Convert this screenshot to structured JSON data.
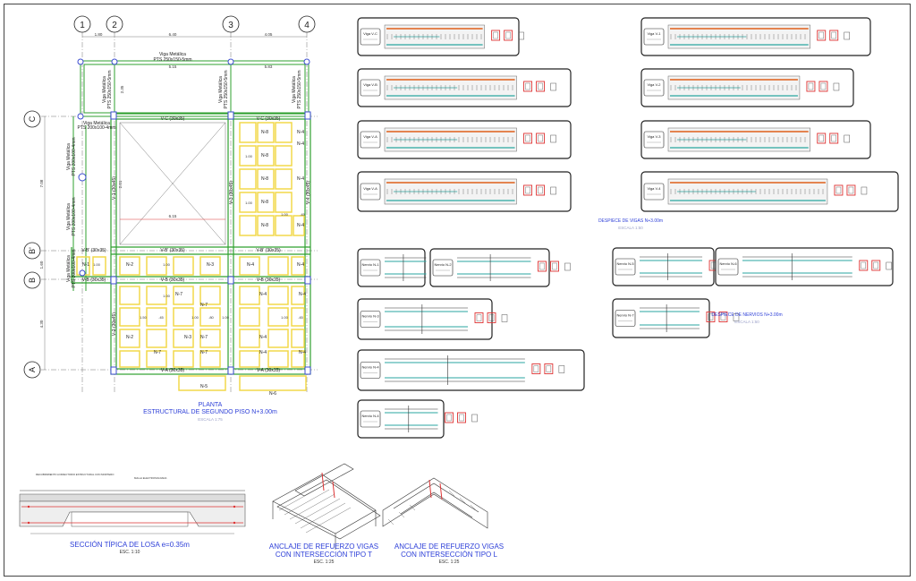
{
  "plan": {
    "axes_top": [
      "1",
      "2",
      "3",
      "4"
    ],
    "axes_left": [
      "C",
      "B'",
      "B",
      "A"
    ],
    "dims_top": [
      "1.80",
      "6.40",
      "4.05"
    ],
    "dims_inner": [
      "5.15",
      "5.83"
    ],
    "dim_left_1": "7.08",
    "dim_left_2": "1.60",
    "dim_left_3": "4.30",
    "dim_center": "6.15",
    "dim_v1": "2.35",
    "dim_v2": "2.01",
    "viga_metalica_top": "Viga Metálica",
    "viga_metalica_top_spec": "PTS 250x150-5mm",
    "viga_metalica_left": "Viga Metálica",
    "viga_metalica_left_spec": "PTS 200x100-4mm",
    "viga_metalica_left2": "Viga Metálica",
    "viga_metalica_left2_spec": "PTS 200x100-4mm",
    "viga_metalica_left3": "Viga Metálica",
    "viga_metalica_left3_spec": "PTS 200x100-4mm",
    "viga_metalica_left4": "Viga Metálica",
    "viga_metalica_left4_spec": "PTS 200x100-4mm",
    "viga_metalica_v1": "Viga Metálica",
    "viga_metalica_v1_spec": "PTS 250x150-5mm",
    "viga_metalica_v3": "Viga Metálica",
    "viga_metalica_v3_spec": "PTS 250x150-5mm",
    "viga_metalica_v4": "Viga Metálica",
    "viga_metalica_v4_spec": "PTS 250x150-5mm",
    "beam_vc1": "V-C (30x35)",
    "beam_vc2": "V-C (30x35)",
    "beam_vbp1": "V-B' (30x35)",
    "beam_vbp2": "V-B' (30x35)",
    "beam_vbp3": "V-B' (30x35)",
    "beam_vb1": "V-B (30x35)",
    "beam_vb2": "V-B (30x35)",
    "beam_vb3": "V-B (30x35)",
    "beam_va1": "V-A (30x35)",
    "beam_va2": "V-A (30x35)",
    "beam_v1": "V-1 (30x45)",
    "beam_v2": "V-2 (30x45)",
    "beam_v3": "V-3 (30x45)",
    "beam_v4": "V-4 (30x45)",
    "ribs": [
      "N-8",
      "N-4",
      "N-8",
      "N-8",
      "N-4",
      "N-8",
      "N-4",
      "N-8",
      "N-4",
      "N-1",
      "N-2",
      "N-3",
      "N-4",
      "N-4",
      "N-7",
      "N-7",
      "N-4",
      "N-4",
      "N-2",
      "N-3",
      "N-7",
      "N-4",
      "N-7",
      "N-7",
      "N-4",
      "N-4",
      "N-5",
      "N-6"
    ],
    "rib_dims": [
      "1.00",
      "1.00",
      "1.00",
      "1.00",
      "1.00",
      ".45",
      "1.00",
      "1.00",
      "1.50",
      ".45",
      "1.00",
      ".80",
      "1.00",
      ".45"
    ],
    "title": "PLANTA",
    "subtitle": "ESTRUCTURAL DE SEGUNDO PISO N+3.00m",
    "scale": "ESCALA 1:75"
  },
  "beams_section": {
    "title": "DESPIECE DE VIGAS N+3.00m",
    "scale": "ESCALA 1:50",
    "left_labels": [
      "Viga V-C",
      "Viga V-B",
      "Viga V-A",
      "Viga V-A"
    ],
    "right_labels": [
      "Viga V-1",
      "Viga V-2",
      "Viga V-3",
      "Viga V-4"
    ]
  },
  "ribs_section": {
    "title": "DESPIECE DE NERVIOS N+3.00m",
    "scale": "ESCALA 1:50",
    "labels": [
      "Nervio N-1",
      "Nervio N-2",
      "Nervio N-3",
      "Nervio N-4",
      "Nervio N-5",
      "Nervio N-6",
      "Nervio N-7"
    ]
  },
  "details": {
    "slab_title": "SECCIÓN TÍPICA DE LOSA e=0.35m",
    "slab_scale": "ESC. 1:10",
    "slab_note_1": "RECUBRIMIENTO A DIRECTORIO ESTRUCTURAL CON MORTERO",
    "slab_note_2": "MALLA ELECTROSOLDADA",
    "anchor_t_title": "ANCLAJE DE REFUERZO VIGAS CON INTERSECCIÓN TIPO T",
    "anchor_t_scale": "ESC. 1:25",
    "anchor_l_title": "ANCLAJE DE REFUERZO VIGAS CON INTERSECCIÓN TIPO L",
    "anchor_l_scale": "ESC. 1:25"
  },
  "colors": {
    "beam_green": "#2fa02f",
    "rib_yellow": "#f2d84a",
    "title_blue": "#2d3fd8",
    "rebar_orange": "#e0601a",
    "rebar_teal": "#2aa6a0",
    "axis": "#222222",
    "column": "#3c4cd0"
  }
}
